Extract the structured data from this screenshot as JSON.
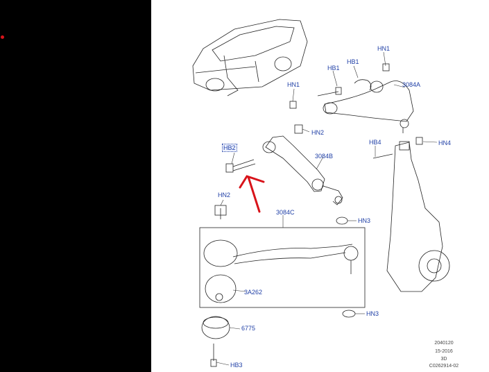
{
  "colors": {
    "left_panel": "#000000",
    "label": "#1f3fa6",
    "arrow": "#d8131a",
    "line": "#222222"
  },
  "labels": {
    "hn1_top": "HN1",
    "hb1_a": "HB1",
    "hb1_b": "HB1",
    "hn1_left": "HN1",
    "p3084a": "3084A",
    "hn2_top": "HN2",
    "hb2": "HB2",
    "p3084b": "3084B",
    "hb4": "HB4",
    "hn4": "HN4",
    "hn2_left": "HN2",
    "hn3_mid": "HN3",
    "p3084c": "3084C",
    "p3a262": "3A262",
    "hn3_low": "HN3",
    "p6775": "6775",
    "hb3": "HB3"
  },
  "footer": {
    "line1": "2040120",
    "line2": "15-2016",
    "line3": "3D",
    "line4": "C0262914-02"
  }
}
